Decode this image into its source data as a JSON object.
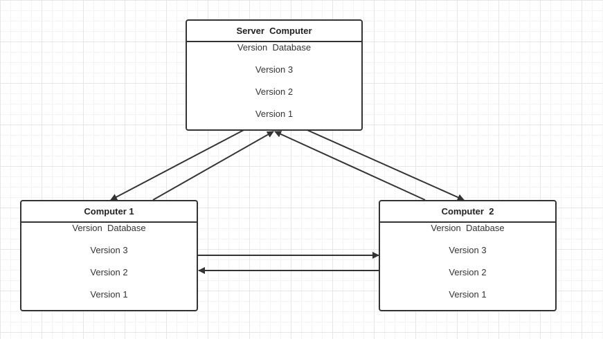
{
  "server": {
    "title": "Server  Computer",
    "database_label": "Version  Database",
    "versions": [
      "Version 3",
      "Version 2",
      "Version 1"
    ]
  },
  "computer1": {
    "title": "Computer 1",
    "database_label": "Version  Database",
    "versions": [
      "Version 3",
      "Version 2",
      "Version 1"
    ]
  },
  "computer2": {
    "title": "Computer  2",
    "database_label": "Version  Database",
    "versions": [
      "Version 3",
      "Version 2",
      "Version 1"
    ]
  },
  "colors": {
    "line": "#333333",
    "grid": "#e6e6e6",
    "background": "#ffffff"
  }
}
